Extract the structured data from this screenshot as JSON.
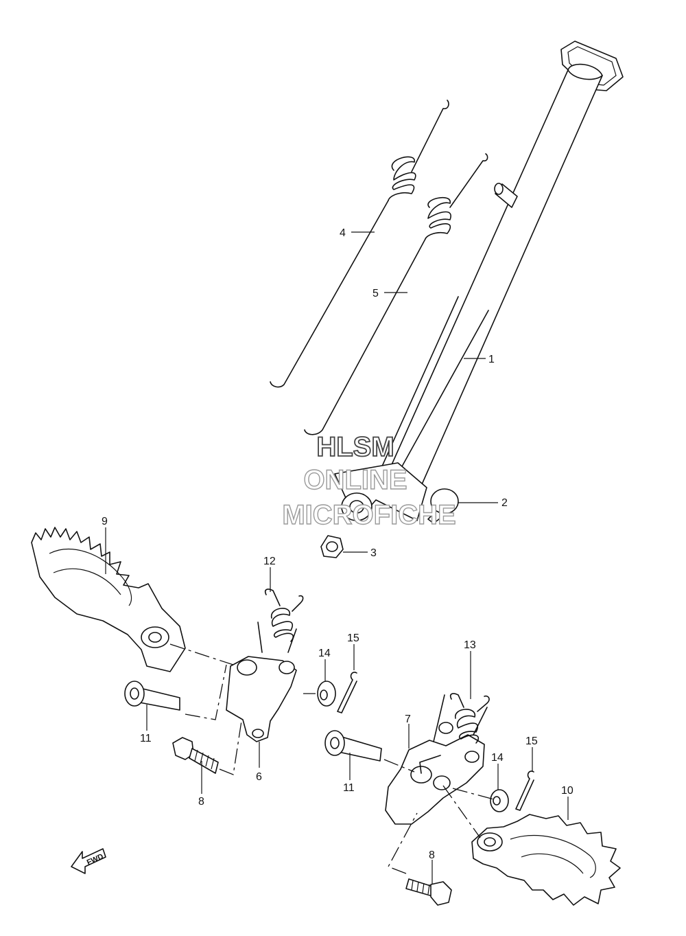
{
  "watermark": {
    "line1": "HLSM",
    "line2": "ONLINE",
    "line3": "MICROFICHE"
  },
  "direction_label": "FWD",
  "callouts": [
    {
      "id": "c1",
      "label": "1"
    },
    {
      "id": "c2",
      "label": "2"
    },
    {
      "id": "c3",
      "label": "3"
    },
    {
      "id": "c4",
      "label": "4"
    },
    {
      "id": "c5",
      "label": "5"
    },
    {
      "id": "c6",
      "label": "6"
    },
    {
      "id": "c7",
      "label": "7"
    },
    {
      "id": "c8a",
      "label": "8"
    },
    {
      "id": "c8b",
      "label": "8"
    },
    {
      "id": "c9",
      "label": "9"
    },
    {
      "id": "c10",
      "label": "10"
    },
    {
      "id": "c11a",
      "label": "11"
    },
    {
      "id": "c11b",
      "label": "11"
    },
    {
      "id": "c12",
      "label": "12"
    },
    {
      "id": "c13",
      "label": "13"
    },
    {
      "id": "c14a",
      "label": "14"
    },
    {
      "id": "c14b",
      "label": "14"
    },
    {
      "id": "c15a",
      "label": "15"
    },
    {
      "id": "c15b",
      "label": "15"
    }
  ]
}
